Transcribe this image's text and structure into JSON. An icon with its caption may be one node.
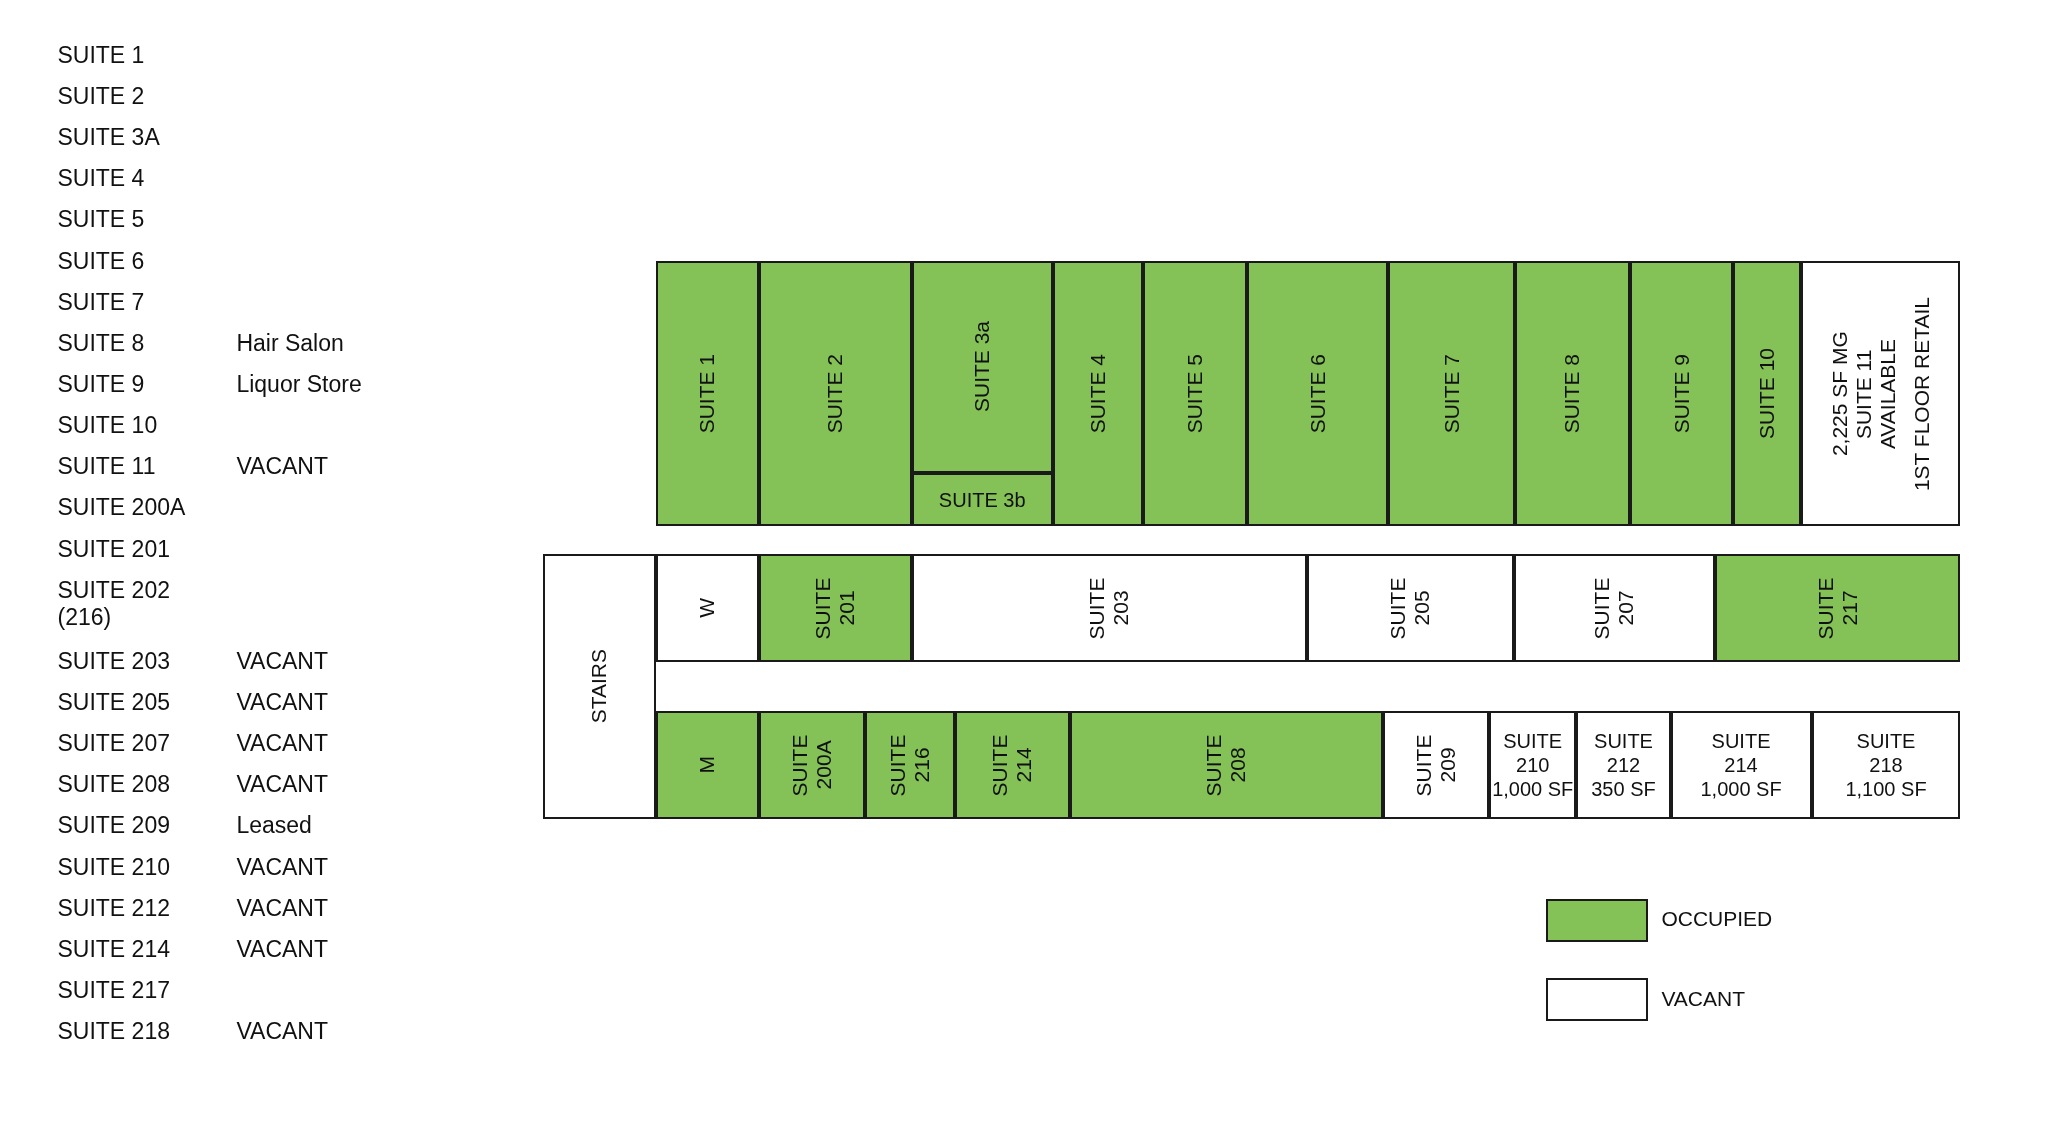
{
  "diagram": {
    "nodes": [
      {
        "text": [
          "SUITE 1"
        ]
      },
      {
        "text": [
          "SUITE 2"
        ]
      },
      {
        "text": [
          "SUITE 3a"
        ]
      },
      {
        "text": [
          "SUITE 3b"
        ]
      },
      {
        "text": [
          "SUITE 4"
        ]
      },
      {
        "text": [
          "SUITE 5"
        ]
      },
      {
        "text": [
          "SUITE 6"
        ]
      },
      {
        "text": [
          "SUITE 7"
        ]
      },
      {
        "text": [
          "SUITE 8"
        ]
      },
      {
        "text": [
          "SUITE 9"
        ]
      },
      {
        "text": [
          "SUITE 10"
        ]
      },
      {
        "text": [
          "2,225 SF MG",
          "SUITE 11",
          "AVAILABLE",
          "1ST FLOOR RETAIL"
        ]
      },
      {
        "text": [
          "STAIRS"
        ]
      },
      {
        "text": [
          "W"
        ]
      },
      {
        "text": [
          "SUITE 201"
        ]
      },
      {
        "text": [
          "SUITE 203"
        ]
      },
      {
        "text": [
          "SUITE 205"
        ]
      },
      {
        "text": [
          "SUITE 207"
        ]
      },
      {
        "text": [
          "SUITE 217"
        ]
      },
      {
        "text": [
          "M"
        ]
      },
      {
        "text": [
          "SUITE 200A"
        ]
      },
      {
        "text": [
          "SUITE 216"
        ]
      },
      {
        "text": [
          "SUITE 214"
        ]
      },
      {
        "text": [
          "SUITE 208"
        ]
      },
      {
        "text": [
          "SUITE 209"
        ]
      },
      {
        "text": [
          "SUITE 210",
          "1,000 SF"
        ]
      },
      {
        "text": [
          "SUITE 212",
          "350 SF"
        ]
      },
      {
        "text": [
          "SUITE 214",
          "1,000 SF"
        ]
      },
      {
        "text": [
          "SUITE 218",
          "1,100 SF"
        ]
      }
    ],
    "labels": [
      "SUITE 1",
      "SUITE 2",
      "SUITE 3A",
      "SUITE 4",
      "SUITE 5",
      "SUITE 6",
      "SUITE 7",
      "SUITE 8",
      "Hair Salon",
      "SUITE 9",
      "Liquor Store",
      "SUITE 10",
      "SUITE 11",
      "VACANT",
      "SUITE 200A",
      "SUITE 201",
      "SUITE 202 (216)",
      "SUITE 203",
      "VACANT",
      "SUITE 205",
      "VACANT",
      "SUITE 207",
      "VACANT",
      "SUITE 208",
      "VACANT",
      "SUITE 209",
      "Leased",
      "SUITE 210",
      "VACANT",
      "SUITE 212",
      "VACANT",
      "SUITE 214",
      "VACANT",
      "SUITE 217",
      "SUITE 218",
      "VACANT"
    ],
    "legend": [
      {
        "text": "OCCUPIED",
        "color": "#84c156"
      },
      {
        "text": "VACANT",
        "color": "#ffffff"
      }
    ]
  }
}
